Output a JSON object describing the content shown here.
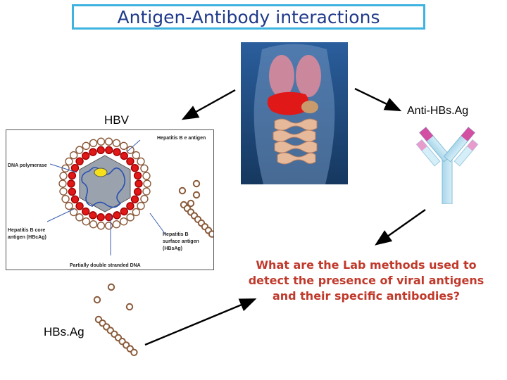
{
  "title": "Antigen-Antibody interactions",
  "labels": {
    "hbv": "HBV",
    "anti_hbsag": "Anti-HBs.Ag",
    "hbsag": "HBs.Ag"
  },
  "question": {
    "line1": "What are the Lab methods used to",
    "line2": "detect the presence of viral antigens",
    "line3": "and their specific antibodies?"
  },
  "virus_diagram": {
    "hep_b_e_antigen": "Hepatitis B e antigen",
    "dna_polymerase": "DNA polymerase",
    "core_antigen_1": "Hepatitis B core",
    "core_antigen_2": "antigen (HBcAg)",
    "surface_antigen_1": "Hepatitis B",
    "surface_antigen_2": "surface antigen",
    "surface_antigen_3": "(HBsAg)",
    "dna": "Partially double stranded DNA"
  },
  "colors": {
    "title_border": "#3fb3e0",
    "title_text": "#1f3a8a",
    "question_text": "#c0392b",
    "arrow": "#000000"
  }
}
